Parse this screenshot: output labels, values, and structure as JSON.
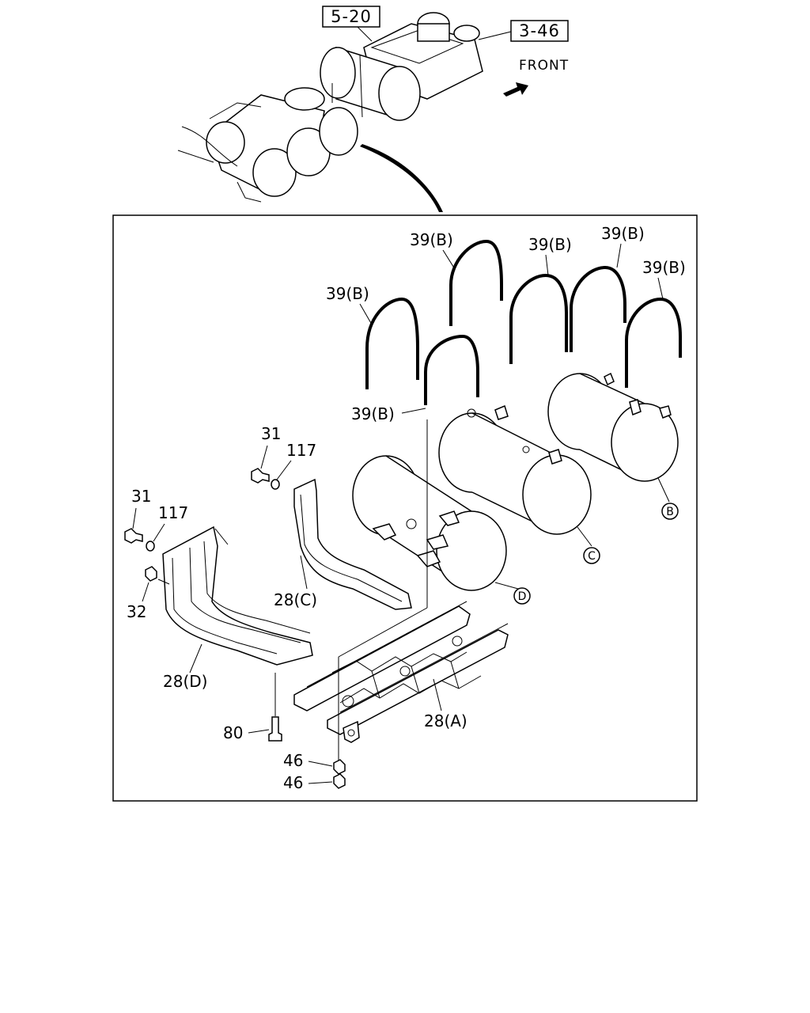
{
  "refs": {
    "top_left": "5-20",
    "top_right": "3-46"
  },
  "direction_label": "FRONT",
  "labels": {
    "u_bolt_1": "39(B)",
    "u_bolt_2": "39(B)",
    "u_bolt_3": "39(B)",
    "u_bolt_4": "39(B)",
    "u_bolt_5": "39(B)",
    "u_bolt_6": "39(B)",
    "bolt_upper": "31",
    "washer_upper": "117",
    "bolt_left": "31",
    "washer_left": "117",
    "nut_32": "32",
    "bracket_c": "28(C)",
    "bracket_d": "28(D)",
    "bracket_a": "28(A)",
    "bolt_80": "80",
    "nut_46_a": "46",
    "nut_46_b": "46"
  },
  "tank_callouts": {
    "b": "B",
    "c": "C",
    "d": "D"
  }
}
